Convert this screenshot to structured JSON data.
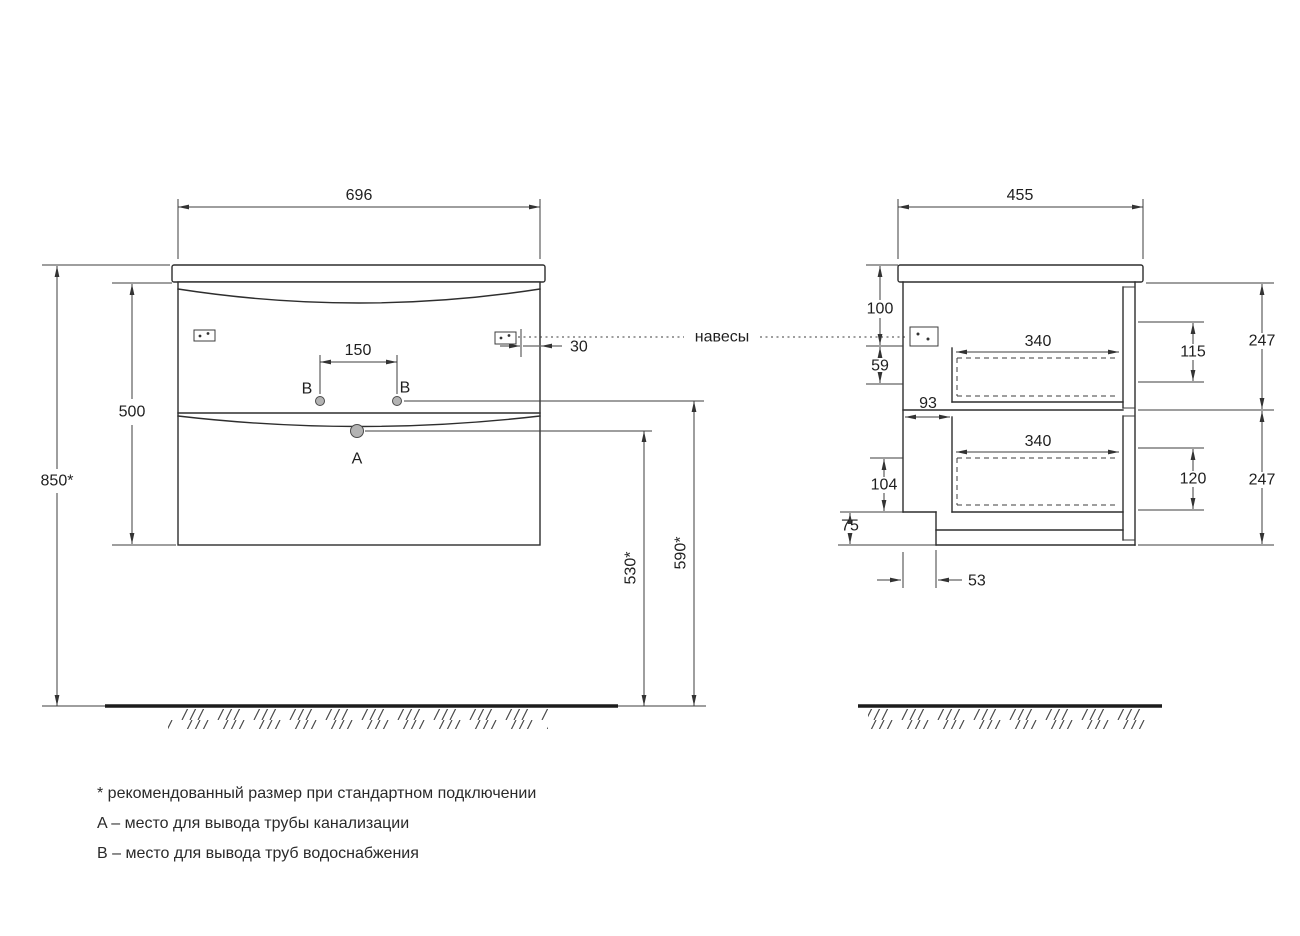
{
  "front_view": {
    "width": "696",
    "cabinet_height": "500",
    "total_height": "850*",
    "faucet_spacing": "150",
    "hanger_offset": "30",
    "drain_height": "530*",
    "supply_height": "590*",
    "label_b_left": "B",
    "label_b_right": "B",
    "label_a": "A"
  },
  "side_view": {
    "depth": "455",
    "top_offset": "100",
    "hanger_drop": "59",
    "back_clearance": "93",
    "drawer_depth_top": "340",
    "drawer_depth_bottom": "340",
    "drawer_height_top": "115",
    "drawer_height_bottom": "120",
    "section_height_top": "247",
    "section_height_bottom": "247",
    "bottom_clearance": "104",
    "plinth_height": "75",
    "recess_depth": "53"
  },
  "annotations": {
    "hangers": "навесы"
  },
  "legend": {
    "note_size": "* рекомендованный размер при стандартном подключении",
    "note_a": "A – место для вывода трубы канализации",
    "note_b": "B – место для вывода труб водоснабжения"
  }
}
